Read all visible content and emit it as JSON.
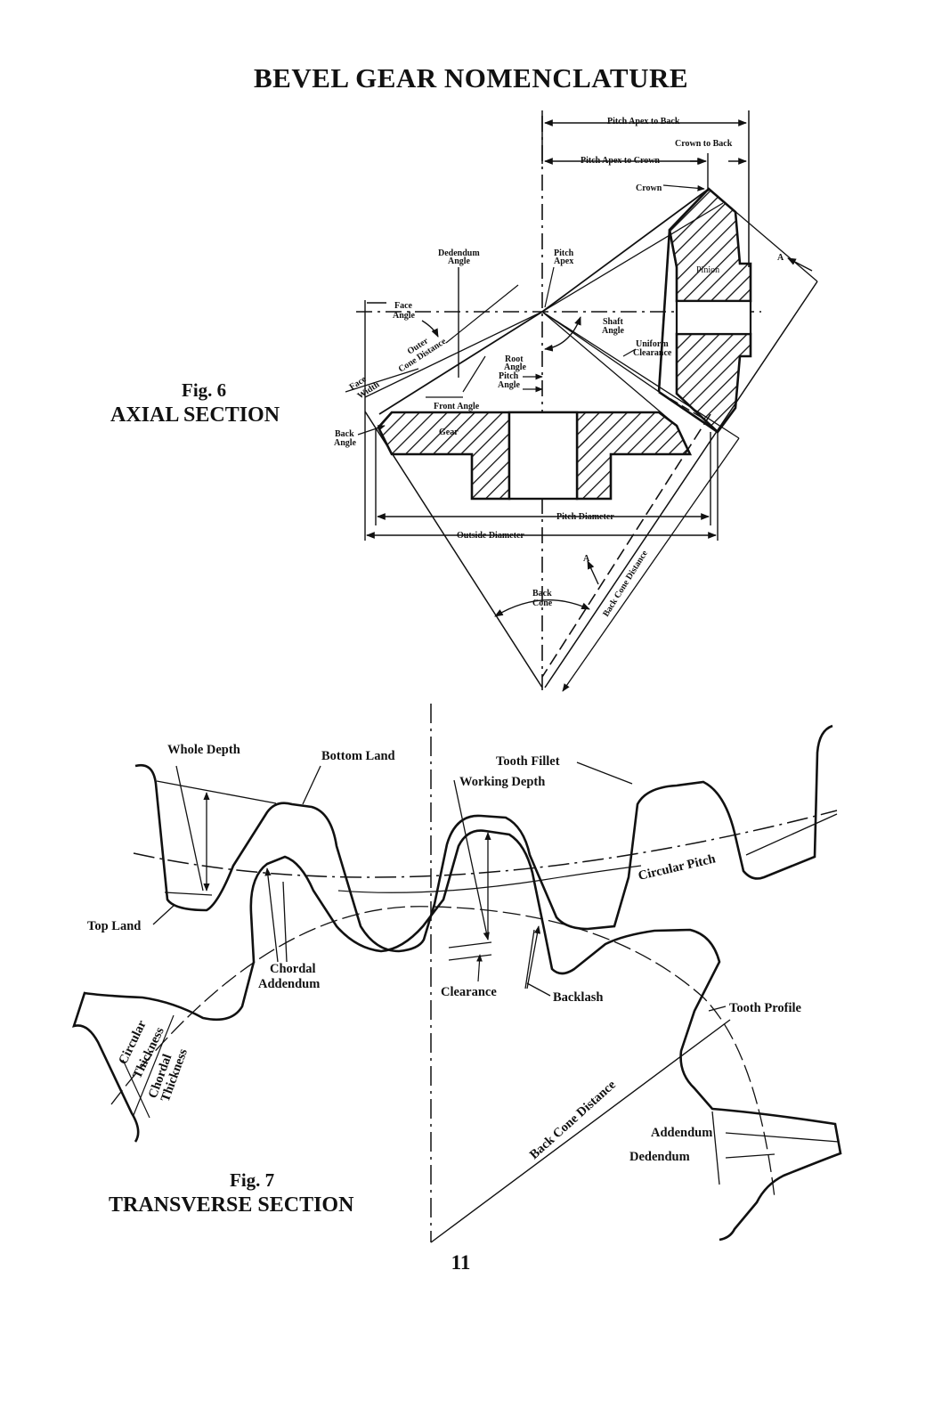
{
  "page": {
    "title": "BEVEL GEAR NOMENCLATURE",
    "page_number": "11"
  },
  "fig6": {
    "number": "Fig. 6",
    "title": "AXIAL SECTION",
    "labels": {
      "pitch_apex_to_back": "Pitch Apex to Back",
      "crown_to_back": "Crown to Back",
      "pitch_apex_to_crown": "Pitch Apex to Crown",
      "crown": "Crown",
      "dedendum_angle_1": "Dedendum",
      "dedendum_angle_2": "Angle",
      "pitch_apex_1": "Pitch",
      "pitch_apex_2": "Apex",
      "pinion": "Pinion",
      "section_a_top": "A",
      "face_angle_1": "Face",
      "face_angle_2": "Angle",
      "outer_cone_distance_1": "Outer",
      "outer_cone_distance_2": "Cone Distance",
      "shaft_angle_1": "Shaft",
      "shaft_angle_2": "Angle",
      "uniform_clearance_1": "Uniform",
      "uniform_clearance_2": "Clearance",
      "root_angle_1": "Root",
      "root_angle_2": "Angle",
      "pitch_angle_1": "Pitch",
      "pitch_angle_2": "Angle",
      "face_width_1": "Face",
      "face_width_2": "Width",
      "front_angle": "Front Angle",
      "gear": "Gear",
      "back_angle_1": "Back",
      "back_angle_2": "Angle",
      "pitch_diameter": "Pitch Diameter",
      "outside_diameter": "Outside Diameter",
      "section_a_bottom": "A",
      "back_cone_1": "Back",
      "back_cone_2": "Cone",
      "back_cone_distance": "Back Cone Distance"
    }
  },
  "fig7": {
    "number": "Fig. 7",
    "title": "TRANSVERSE SECTION",
    "labels": {
      "whole_depth": "Whole Depth",
      "bottom_land": "Bottom Land",
      "tooth_fillet": "Tooth Fillet",
      "working_depth": "Working Depth",
      "circular_pitch": "Circular Pitch",
      "top_land": "Top Land",
      "chordal_addendum_1": "Chordal",
      "chordal_addendum_2": "Addendum",
      "clearance": "Clearance",
      "backlash": "Backlash",
      "tooth_profile": "Tooth Profile",
      "circular_thickness_1": "Circular",
      "circular_thickness_2": "Thickness",
      "chordal_thickness_1": "Chordal",
      "chordal_thickness_2": "Thickness",
      "back_cone_distance": "Back Cone Distance",
      "addendum": "Addendum",
      "dedendum": "Dedendum"
    }
  }
}
